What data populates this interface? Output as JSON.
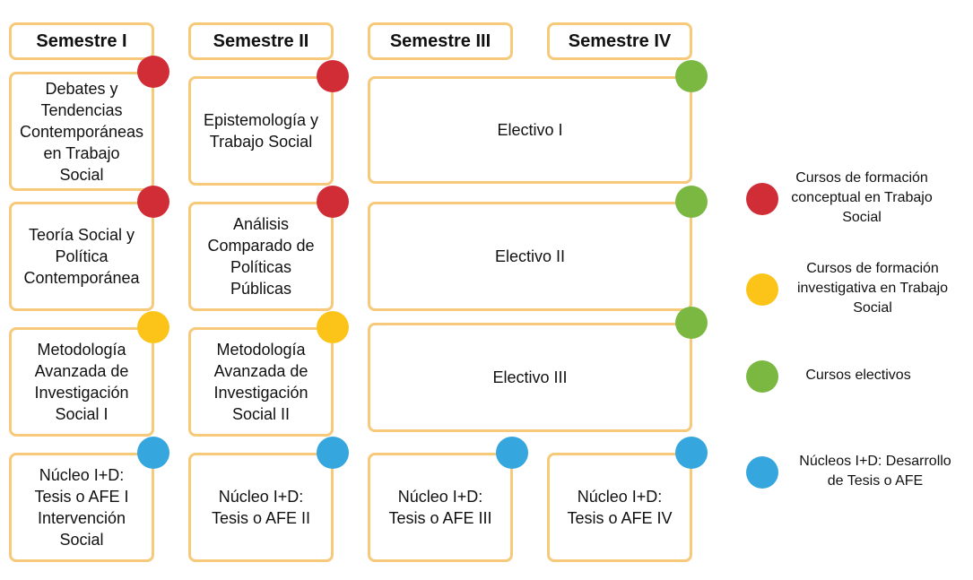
{
  "colors": {
    "conceptual": "#d12d36",
    "investigativa": "#fcc419",
    "electivos": "#7ab842",
    "nucleos": "#35a6de",
    "border": "#f7c97a"
  },
  "semesters": [
    "Semestre I",
    "Semestre II",
    "Semestre III",
    "Semestre IV"
  ],
  "courses": {
    "s1": [
      "Debates y\nTendencias\nContemporáneas\nen Trabajo\nSocial",
      "Teoría Social y\nPolítica\nContemporánea",
      "Metodología\nAvanzada de\nInvestigación\nSocial I",
      "Núcleo I+D:\nTesis o AFE I\nIntervención\nSocial"
    ],
    "s2": [
      "Epistemología y\nTrabajo Social",
      "Análisis\nComparado de\nPolíticas\nPúblicas",
      "Metodología\nAvanzada de\nInvestigación\nSocial II",
      "Núcleo I+D:\nTesis o AFE II"
    ],
    "electivos": [
      "Electivo I",
      "Electivo II",
      "Electivo III"
    ],
    "s3_nucleo": "Núcleo I+D:\nTesis o AFE III",
    "s4_nucleo": "Núcleo I+D:\nTesis o AFE IV"
  },
  "legend": [
    {
      "color": "red",
      "label": "Cursos de formación\nconceptual en Trabajo\nSocial"
    },
    {
      "color": "yellow",
      "label": "Cursos de formación\ninvestigativa en Trabajo\nSocial"
    },
    {
      "color": "green",
      "label": "Cursos electivos"
    },
    {
      "color": "blue",
      "label": "Núcleos  I+D: Desarrollo\nde Tesis o AFE"
    }
  ]
}
